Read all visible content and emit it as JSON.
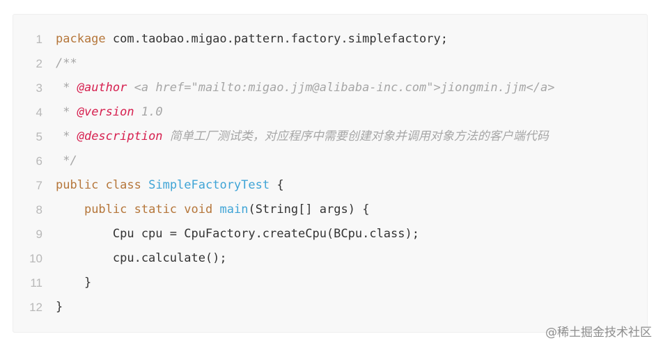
{
  "code": {
    "lines": [
      {
        "num": "1",
        "segments": [
          {
            "t": "package",
            "c": "kw"
          },
          {
            "t": " com.taobao.migao.pattern.factory.simplefactory;",
            "c": ""
          }
        ]
      },
      {
        "num": "2",
        "segments": [
          {
            "t": "/**",
            "c": "cmt"
          }
        ]
      },
      {
        "num": "3",
        "segments": [
          {
            "t": " * ",
            "c": "cmt"
          },
          {
            "t": "@author",
            "c": "tag"
          },
          {
            "t": " <a href=\"mailto:migao.jjm@alibaba-inc.com\">jiongmin.jjm</a>",
            "c": "cmt"
          }
        ]
      },
      {
        "num": "4",
        "segments": [
          {
            "t": " * ",
            "c": "cmt"
          },
          {
            "t": "@version",
            "c": "tag"
          },
          {
            "t": " 1.0",
            "c": "cmt"
          }
        ]
      },
      {
        "num": "5",
        "segments": [
          {
            "t": " * ",
            "c": "cmt"
          },
          {
            "t": "@description",
            "c": "tag"
          },
          {
            "t": " 简单工厂测试类，对应程序中需要创建对象并调用对象方法的客户端代码",
            "c": "cmt"
          }
        ]
      },
      {
        "num": "6",
        "segments": [
          {
            "t": " */",
            "c": "cmt"
          }
        ]
      },
      {
        "num": "7",
        "segments": [
          {
            "t": "public",
            "c": "kw"
          },
          {
            "t": " ",
            "c": ""
          },
          {
            "t": "class",
            "c": "kw"
          },
          {
            "t": " ",
            "c": ""
          },
          {
            "t": "SimpleFactoryTest",
            "c": "cls"
          },
          {
            "t": " {",
            "c": ""
          }
        ]
      },
      {
        "num": "8",
        "segments": [
          {
            "t": "    ",
            "c": ""
          },
          {
            "t": "public",
            "c": "kw"
          },
          {
            "t": " ",
            "c": ""
          },
          {
            "t": "static",
            "c": "kw"
          },
          {
            "t": " ",
            "c": ""
          },
          {
            "t": "void",
            "c": "kw"
          },
          {
            "t": " ",
            "c": ""
          },
          {
            "t": "main",
            "c": "cls"
          },
          {
            "t": "(String[] args) {",
            "c": ""
          }
        ]
      },
      {
        "num": "9",
        "segments": [
          {
            "t": "        Cpu cpu = CpuFactory.createCpu(BCpu.class);",
            "c": ""
          }
        ]
      },
      {
        "num": "10",
        "segments": [
          {
            "t": "        cpu.calculate();",
            "c": ""
          }
        ]
      },
      {
        "num": "11",
        "segments": [
          {
            "t": "    }",
            "c": ""
          }
        ]
      },
      {
        "num": "12",
        "segments": [
          {
            "t": "}",
            "c": ""
          }
        ]
      }
    ]
  },
  "watermark": "@稀土掘金技术社区",
  "colors": {
    "keyword": "#b5763a",
    "class_name": "#3fa4d6",
    "comment": "#a6a6a6",
    "doc_tag": "#d6204f",
    "background": "#f8f8f8"
  }
}
